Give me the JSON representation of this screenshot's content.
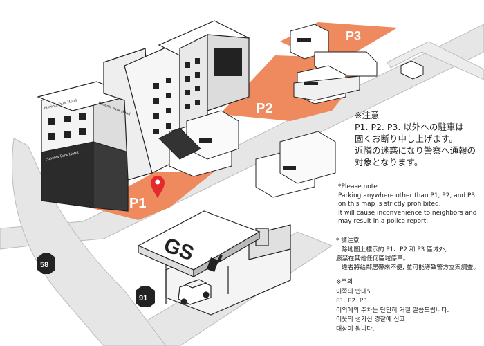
{
  "parking_lots": [
    {
      "id": "p1",
      "label": "P1"
    },
    {
      "id": "p2",
      "label": "P2"
    },
    {
      "id": "p3",
      "label": "P3"
    }
  ],
  "gas_station": {
    "sign": "GS"
  },
  "route_markers": [
    {
      "id": "route-58",
      "number": "58"
    },
    {
      "id": "route-91",
      "number": "91"
    }
  ],
  "hotel": {
    "sign_top": "Phoenix Park Hotel",
    "sign_side": "Phoenix Park Hotel",
    "sign_front": "Phoenix Park Hotel"
  },
  "notice": {
    "ja": [
      "※注意",
      "P1. P2. P3. 以外への駐車は",
      "固くお断り申し上げます。",
      "近隣の迷惑になり警察へ通報の",
      "対象となります。"
    ],
    "en": [
      "*Please note",
      "Parking anywhere other than P1, P2, and P3 on this map is strictly prohibited.",
      "It will cause inconvenience to neighbors and may result in a police report."
    ],
    "zh": [
      "* 請注意",
      "除地圖上標示的 P1、P2 和 P3 區域外,",
      "嚴禁在其他任何區域停車。",
      "違者將給鄰居帶來不便, 並可能導致警方立案調查。"
    ],
    "ko": [
      "※주의",
      "이쪽의 안내도",
      "P1. P2. P3.",
      "이외에의 주차는 단단히 거절 말씀드립니다.",
      "이웃의 성가신 경찰에 신고",
      "대상이 됩니다."
    ]
  },
  "colors": {
    "parking": "#ee8a5e",
    "road": "#e6e6e6",
    "ink": "#222222"
  }
}
